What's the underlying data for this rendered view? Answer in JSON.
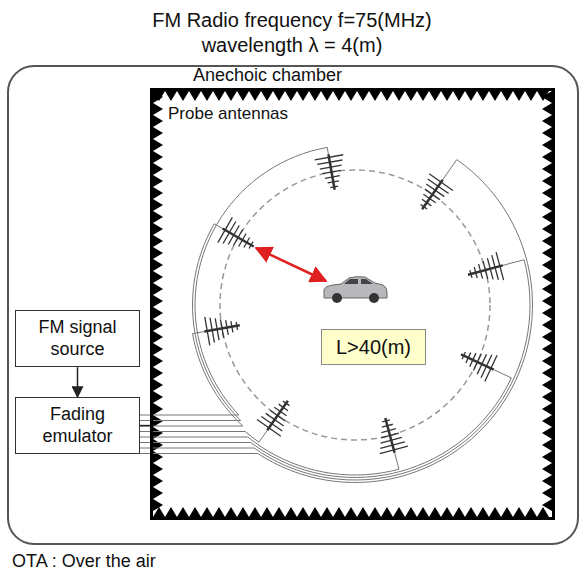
{
  "diagram": {
    "title": "FM Radio frequency f=75(MHz) wavelength λ = 4(m)",
    "nodes": [
      {
        "text": [
          "Anechoic chamber"
        ]
      },
      {
        "text": [
          "L>40(m)"
        ],
        "in": 0
      },
      {
        "text": [
          "FM signal source"
        ]
      },
      {
        "text": [
          "Fading emulator"
        ]
      }
    ],
    "edges": [
      {
        "from": 2,
        "to": 3,
        "arrow": "to"
      },
      {
        "from": 3,
        "to": 0,
        "arrow": "none"
      }
    ],
    "labels": [
      "Probe antennas",
      "OTA : Over the air"
    ]
  }
}
